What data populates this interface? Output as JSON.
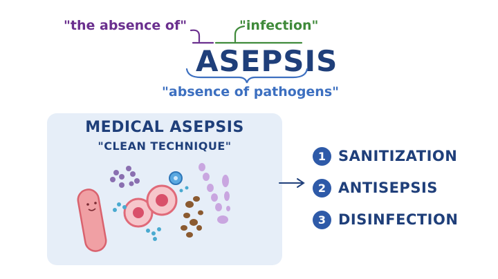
{
  "etymology": {
    "prefix_meaning": "\"the absence of\"",
    "root_meaning": "\"infection\"",
    "term": "ASEPSIS",
    "definition": "\"absence of pathogens\""
  },
  "panel": {
    "title": "MEDICAL ASEPSIS",
    "subtitle": "\"CLEAN TECHNIQUE\""
  },
  "methods": [
    {
      "number": "1",
      "label": "SANITIZATION"
    },
    {
      "number": "2",
      "label": "ANTISEPSIS"
    },
    {
      "number": "3",
      "label": "DISINFECTION"
    }
  ],
  "colors": {
    "prefix": "#6a2f8e",
    "root": "#3f8a3a",
    "term": "#1f3f7a",
    "definition": "#3c6fc0",
    "panel_bg": "#e6eef8"
  }
}
